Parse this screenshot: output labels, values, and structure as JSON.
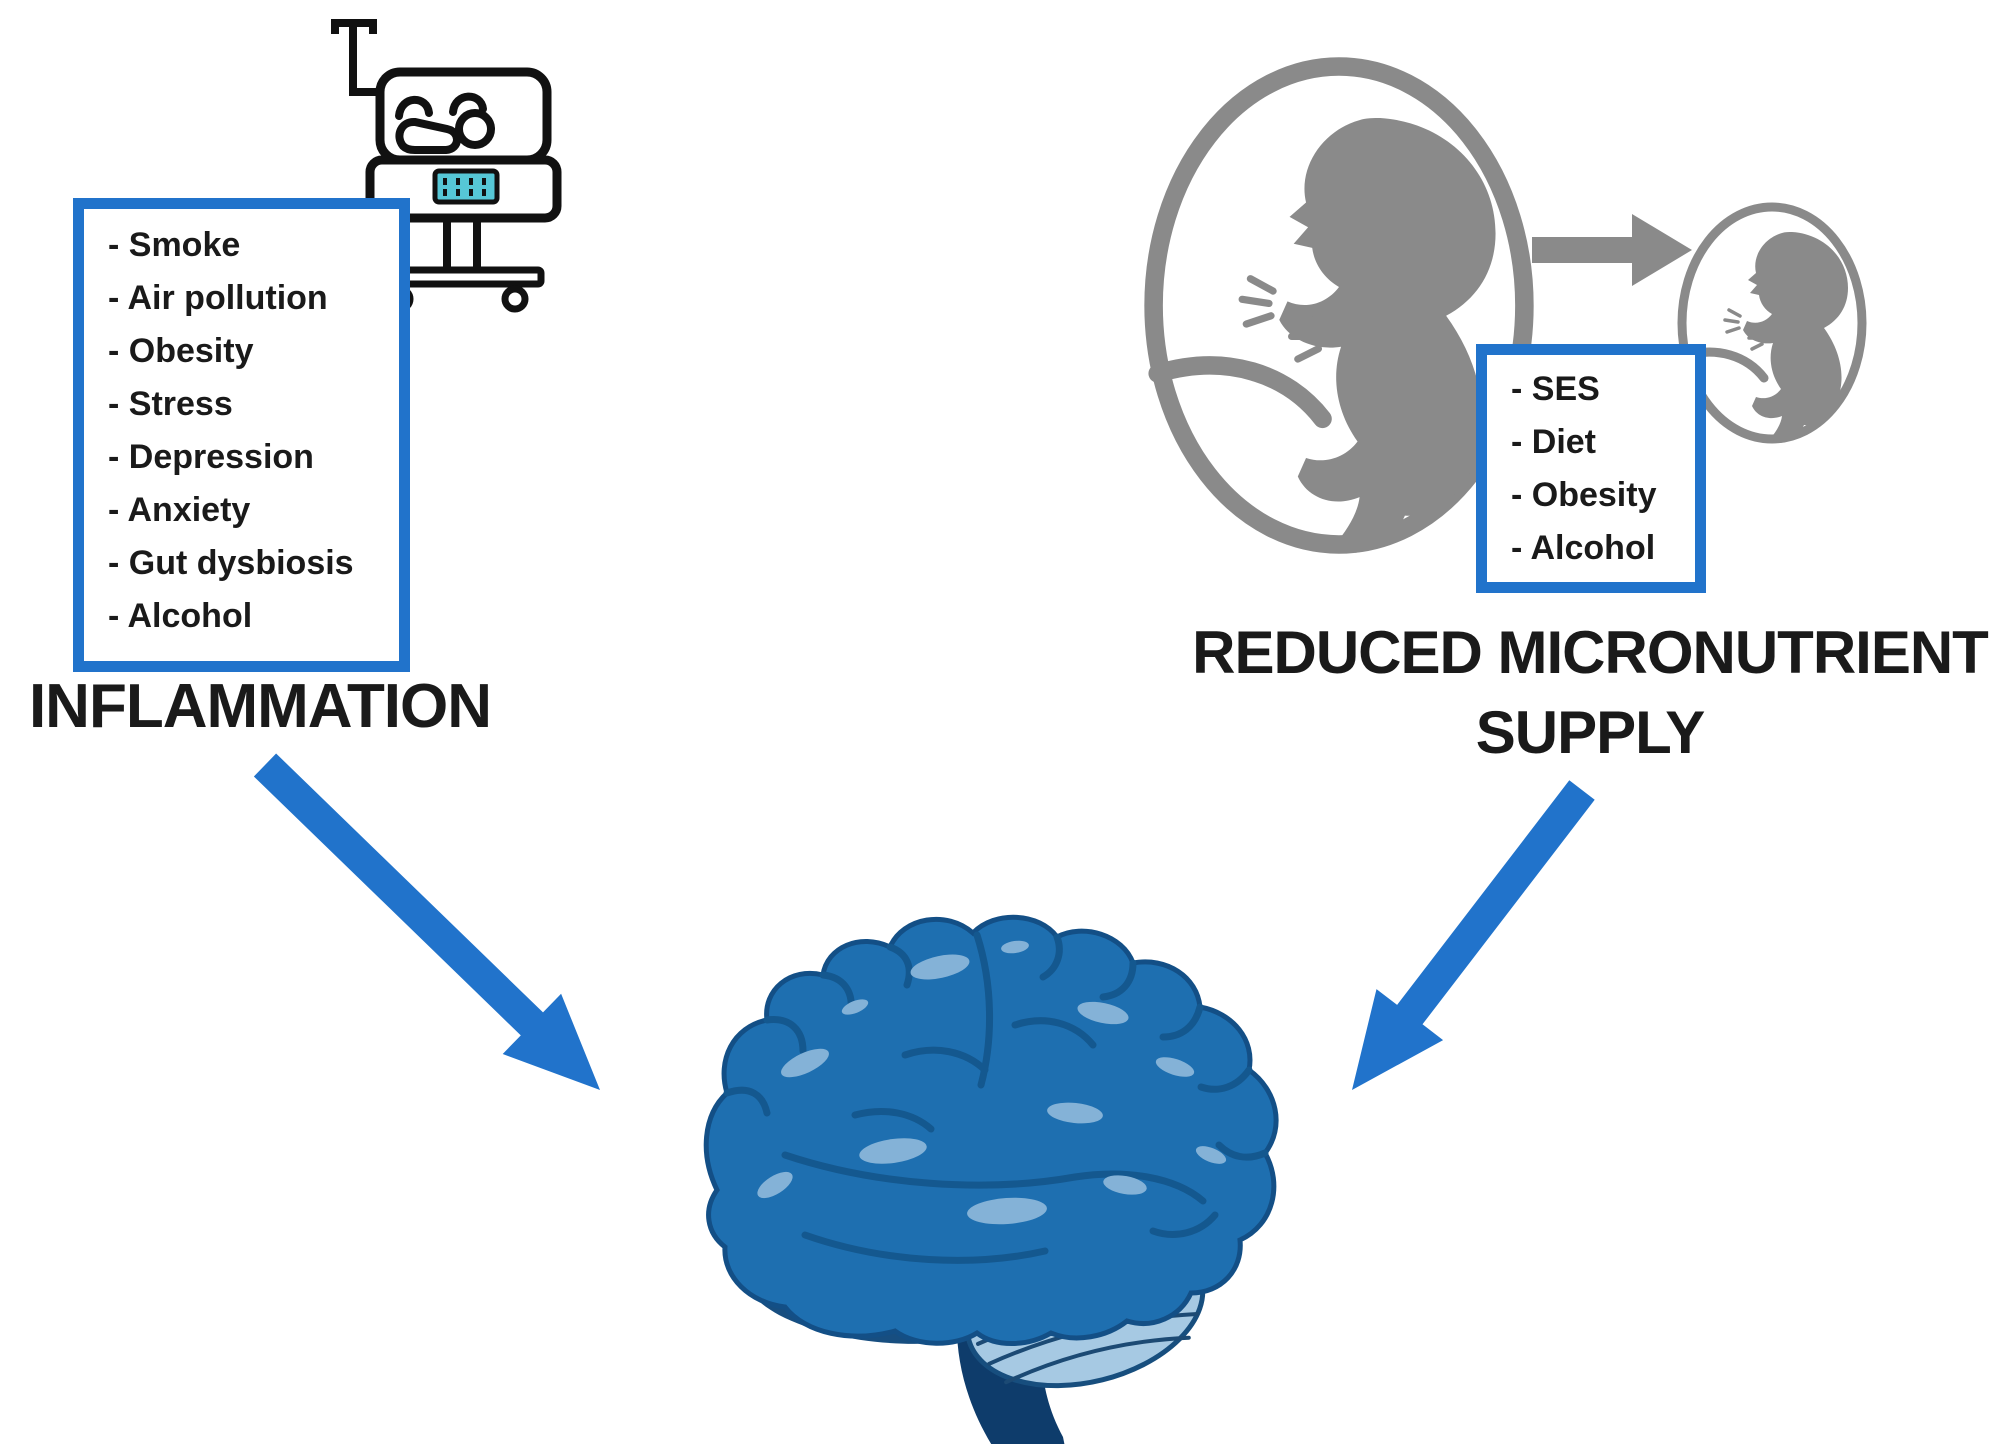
{
  "figure": {
    "type": "pathway-diagram",
    "description_visible_text_only": true
  },
  "colors": {
    "accent_blue": "#2173cb",
    "gray": "#8a8a8a",
    "ink": "#111111",
    "teal_display": "#56c7d6",
    "text_black": "#1a1a1a",
    "brain_main": "#1e6fb0",
    "brain_outline": "#134f86",
    "brain_crease": "#14588f",
    "brain_highlight": "#84b2d7",
    "brain_shadow": "#174e80",
    "brain_cerebellum": "#a6c9e3",
    "brain_cb_stroke": "#174e7e",
    "brain_cb_stripe": "#1c4a74",
    "brain_stem": "#0e3c6b"
  },
  "left_panel": {
    "icon": "infant-incubator-icon",
    "risk_factors": [
      "- Smoke",
      "- Air pollution",
      "- Obesity",
      "- Stress",
      "- Depression",
      "- Anxiety",
      "- Gut dysbiosis",
      "- Alcohol"
    ],
    "label": "INFLAMMATION"
  },
  "right_panel": {
    "icons": {
      "large_fetus": "fetus-large-icon",
      "growth_arrow": "fetal-growth-restriction-arrow-icon",
      "small_fetus": "fetus-small-icon"
    },
    "risk_factors": [
      "- SES",
      "- Diet",
      "- Obesity",
      "- Alcohol"
    ],
    "label_line1": "REDUCED MICRONUTRIENT",
    "label_line2": "SUPPLY"
  },
  "center": {
    "icon": "brain-icon",
    "arrows": {
      "left": "inflammation-to-brain-arrow-icon",
      "right": "micronutrient-to-brain-arrow-icon"
    }
  }
}
